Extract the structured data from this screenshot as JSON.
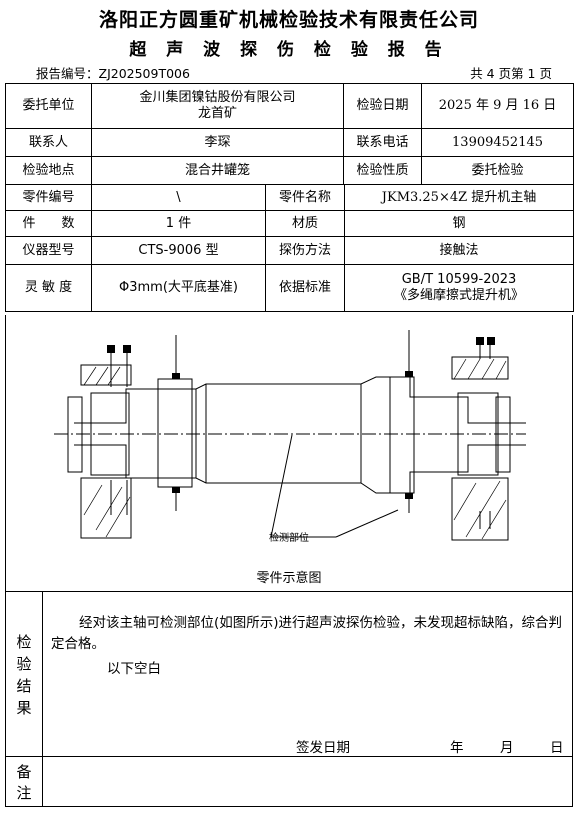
{
  "header": {
    "company": "洛阳正方圆重矿机械检验技术有限责任公司",
    "report_title": "超 声 波 探 伤 检 验 报 告",
    "report_number": "报告编号：ZJ202509T006",
    "page_info": "共 4 页第 1 页"
  },
  "info": {
    "client_label": "委托单位",
    "client_line1": "金川集团镍钴股份有限公司",
    "client_line2": "龙首矿",
    "date_label": "检验日期",
    "date_value": "2025 年 9 月 16 日",
    "contact_label": "联系人",
    "contact_value": "李琛",
    "phone_label": "联系电话",
    "phone_value": "13909452145",
    "site_label": "检验地点",
    "site_value": "混合井罐笼",
    "nature_label": "检验性质",
    "nature_value": "委托检验",
    "part_no_label": "零件编号",
    "part_no_value": "\\",
    "part_name_label": "零件名称",
    "part_name_value": "JKM3.25×4Z 提升机主轴",
    "qty_label": "件　　数",
    "qty_value": "1 件",
    "material_label": "材质",
    "material_value": "钢",
    "instrument_label": "仪器型号",
    "instrument_value": "CTS-9006 型",
    "method_label": "探伤方法",
    "method_value": "接触法",
    "sensitivity_label": "灵 敏 度",
    "sensitivity_value": "Φ3mm(大平底基准)",
    "standard_label": "依据标准",
    "standard_line1": "GB/T 10599-2023",
    "standard_line2": "《多绳摩擦式提升机》"
  },
  "diagram": {
    "inspection_label": "检测部位",
    "caption": "零件示意图"
  },
  "result": {
    "label_chars": [
      "检",
      "验",
      "结",
      "果"
    ],
    "text": "经对该主轴可检测部位(如图所示)进行超声波探伤检验，未发现超标缺陷，综合判定合格。",
    "blank_note": "以下空白",
    "sign_label": "签发日期",
    "sign_year": "年",
    "sign_month": "月",
    "sign_day": "日"
  },
  "remark": {
    "label_chars": [
      "备",
      "注"
    ]
  }
}
